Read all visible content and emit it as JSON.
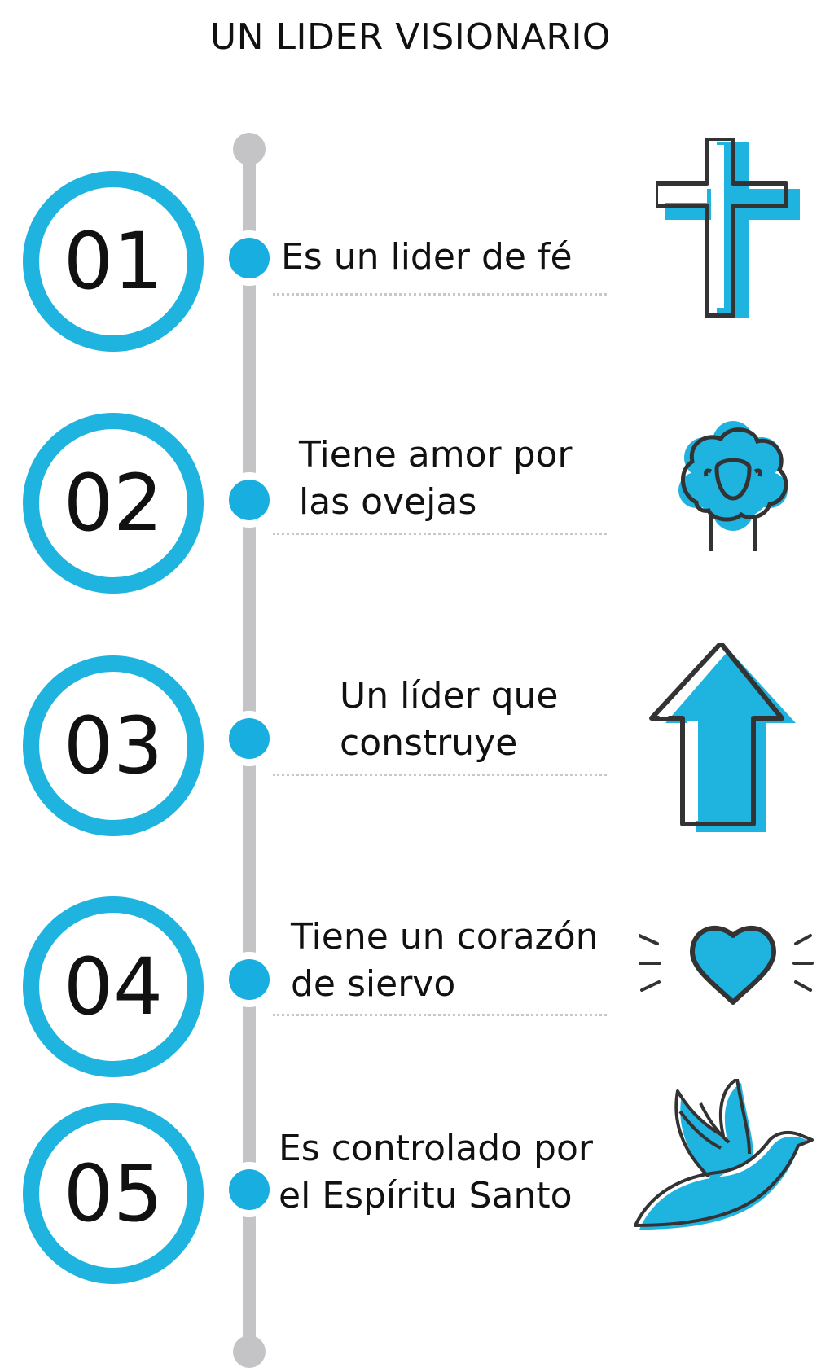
{
  "title": "UN LIDER VISIONARIO",
  "accent_color": "#1fb3df",
  "line_color": "#c4c4c6",
  "steps": [
    {
      "number": "01",
      "line1": "Es un lider de fé",
      "line2": "",
      "icon": "cross-icon"
    },
    {
      "number": "02",
      "line1": "Tiene amor por",
      "line2": "las ovejas",
      "icon": "sheep-icon"
    },
    {
      "number": "03",
      "line1": "Un líder que",
      "line2": "construye",
      "icon": "arrow-up-icon"
    },
    {
      "number": "04",
      "line1": "Tiene un corazón",
      "line2": "de siervo",
      "icon": "heart-icon"
    },
    {
      "number": "05",
      "line1": "Es controlado por",
      "line2": "el Espíritu Santo",
      "icon": "dove-icon"
    }
  ]
}
